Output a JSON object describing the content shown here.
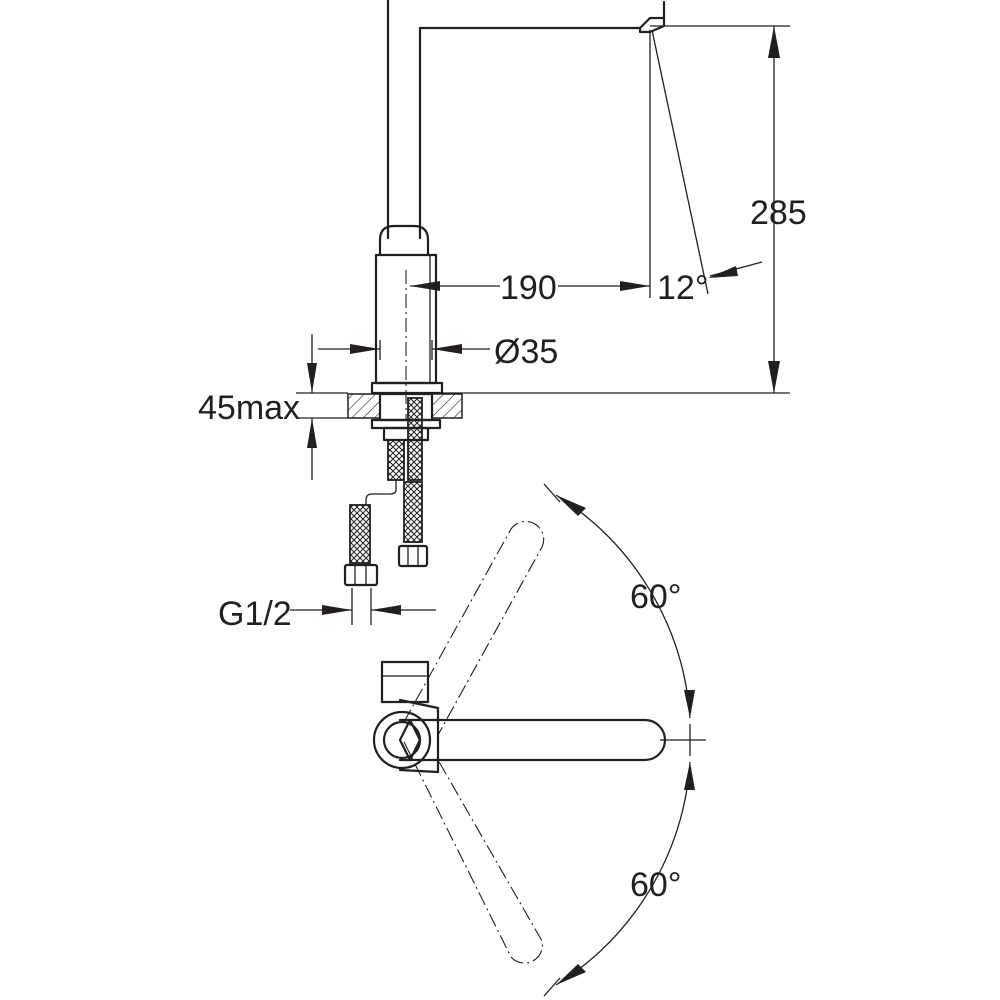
{
  "dimensions": {
    "height": "285",
    "reach": "190",
    "angle_spout": "12°",
    "diameter": "Ø35",
    "deck_thickness": "45max",
    "connection": "G1/2",
    "swivel_upper": "60°",
    "swivel_lower": "60°"
  }
}
